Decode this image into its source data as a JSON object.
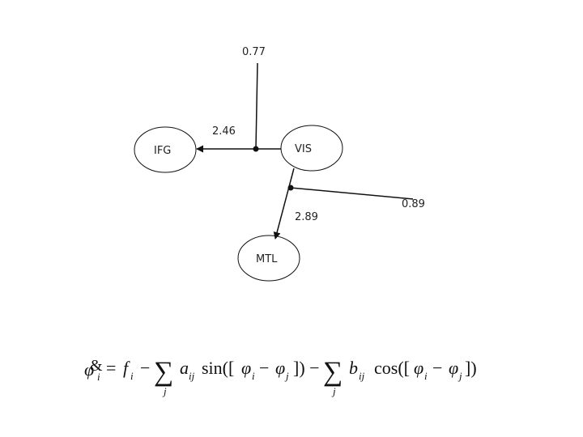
{
  "nodes": {
    "ifg": "IFG",
    "vis": "VIS",
    "mtl": "MTL"
  },
  "weights": {
    "top_input": "0.77",
    "vis_to_ifg": "2.46",
    "right_input": "0.89",
    "vis_to_mtl": "2.89"
  },
  "equation": {
    "dot_mark": "&",
    "phi": "φ",
    "sub_i": "i",
    "sub_j": "j",
    "sub_ij": "ij",
    "equals": "=",
    "f": "f",
    "minus": "−",
    "sigma": "∑",
    "a": "a",
    "b": "b",
    "sin_open": "sin([",
    "cos_open": "cos([",
    "close_minus": "]) −",
    "close": "])"
  }
}
